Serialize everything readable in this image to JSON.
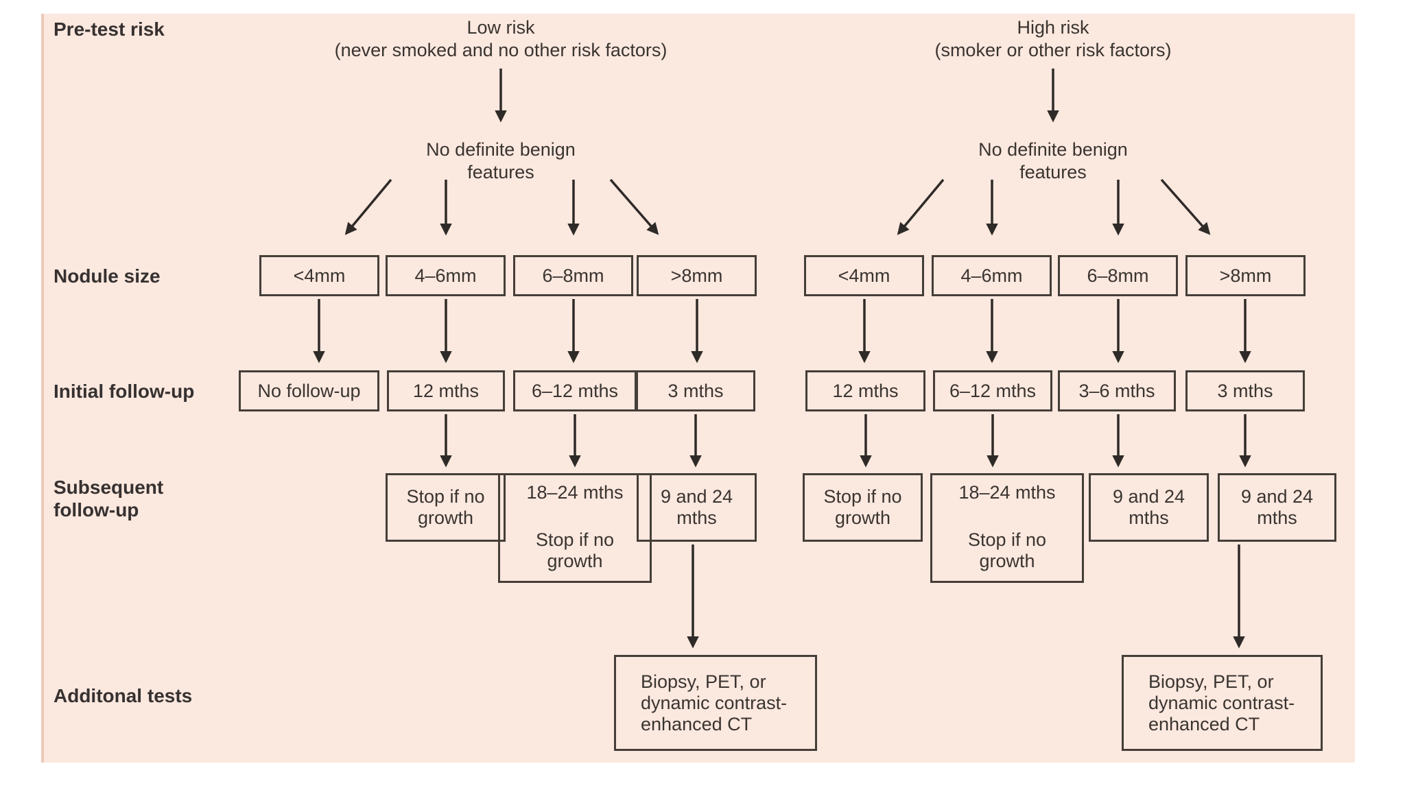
{
  "colors": {
    "panel_background": "#fbe8df",
    "ink": "#3a3430",
    "box_border": "#453e38",
    "page_background": "#ffffff"
  },
  "row_labels": {
    "pretest_risk": "Pre-test risk",
    "nodule_size": "Nodule size",
    "initial_followup": "Initial follow-up",
    "subsequent_followup_line1": "Subsequent",
    "subsequent_followup_line2": "follow-up",
    "additional_tests": "Additonal tests"
  },
  "branches": [
    {
      "title": "Low risk",
      "subtitle": "(never smoked and no other risk factors)",
      "benign_note_line1": "No definite benign",
      "benign_note_line2": "features",
      "nodule_sizes": [
        "<4mm",
        "4–6mm",
        "6–8mm",
        ">8mm"
      ],
      "initial_followup": [
        "No follow-up",
        "12 mths",
        "6–12 mths",
        "3 mths"
      ],
      "subsequent_followup": [
        "Stop if no growth",
        "18–24 mths",
        "Stop if no growth",
        "9 and 24 mths"
      ],
      "additional_tests_lines": [
        "Biopsy, PET, or",
        "dynamic contrast-",
        "enhanced CT"
      ]
    },
    {
      "title": "High risk",
      "subtitle": "(smoker or other risk factors)",
      "benign_note_line1": "No definite benign",
      "benign_note_line2": "features",
      "nodule_sizes": [
        "<4mm",
        "4–6mm",
        "6–8mm",
        ">8mm"
      ],
      "initial_followup": [
        "12 mths",
        "6–12 mths",
        "3–6 mths",
        "3 mths"
      ],
      "subsequent_followup": [
        "Stop if no growth",
        "18–24 mths",
        "Stop if no growth",
        "9 and 24 mths",
        "9 and 24 mths"
      ],
      "additional_tests_lines": [
        "Biopsy, PET, or",
        "dynamic contrast-",
        "enhanced CT"
      ]
    }
  ]
}
